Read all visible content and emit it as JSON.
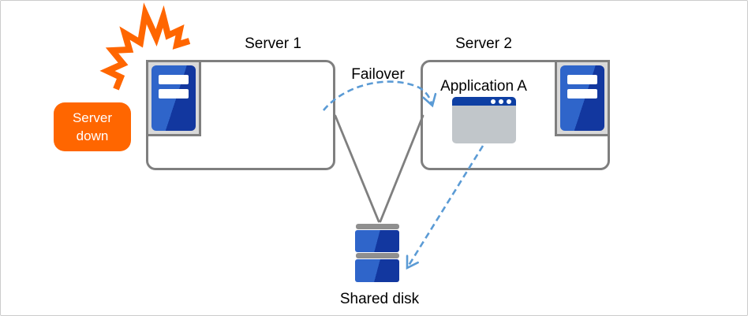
{
  "colors": {
    "orange": "#ff6600",
    "box_border": "#7f7f7f",
    "frame_fill": "#d9d9d9",
    "blue_light": "#2f65ca",
    "blue_dark": "#12379f",
    "navy": "#0e3fa3",
    "window_gray": "#c1c6ca",
    "arrow_blue": "#5b9bd5",
    "cap_gray": "#8f8f8f",
    "text": "#000000",
    "canvas_border": "#cccccc"
  },
  "labels": {
    "server1": "Server 1",
    "server2": "Server 2",
    "failover": "Failover",
    "application": "Application A",
    "shared_disk": "Shared disk",
    "badge_line1": "Server",
    "badge_line2": "down"
  },
  "icons": {
    "crash-burst-icon": "orange zigzag crash burst",
    "server-icon": "blue server tower in gray frame",
    "app-window-icon": "application window with three dots",
    "shared-disk-icon": "stacked blue disk drives",
    "failover-arrow": "dashed curved arrow server1 to server2",
    "app-to-disk-arrow": "dashed arrow application to shared disk"
  }
}
